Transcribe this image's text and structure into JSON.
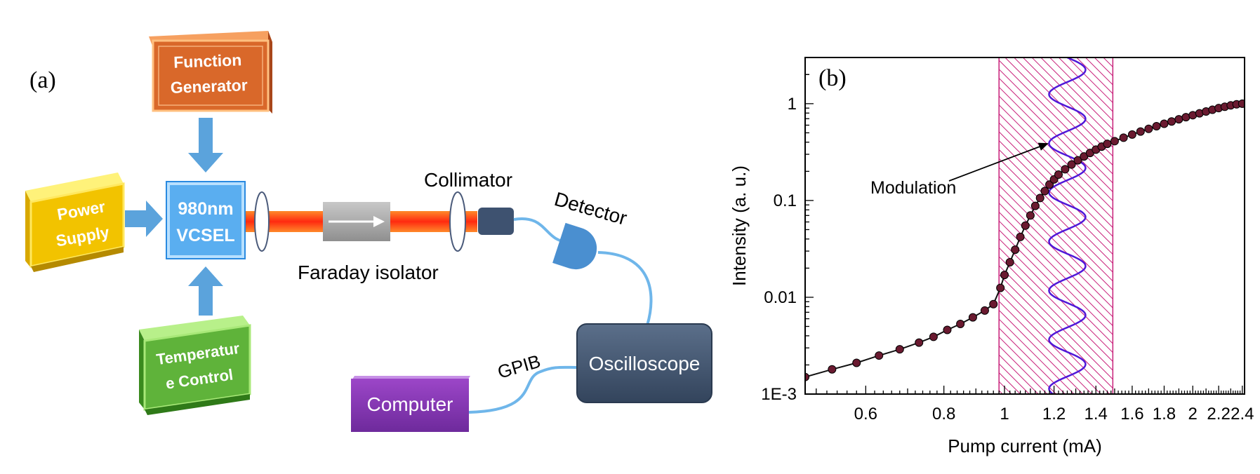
{
  "panel_a": {
    "label": "(a)",
    "function_generator": {
      "line1": "Function",
      "line2": "Generator",
      "color": "#d9682a"
    },
    "power_supply": {
      "line1": "Power",
      "line2": "Supply",
      "color": "#f2c300"
    },
    "vcsel": {
      "line1": "980nm",
      "line2": "VCSEL",
      "color": "#5aaef0"
    },
    "temperature_control": {
      "line1": "Temperatur",
      "line2": "e Control",
      "color": "#5fb33a"
    },
    "faraday_isolator": "Faraday isolator",
    "collimator": "Collimator",
    "detector": "Detector",
    "oscilloscope": "Oscilloscope",
    "computer": "Computer",
    "gpib": "GPIB",
    "beam_color": "#ff4a1c",
    "arrow_color": "#5ba3dc",
    "cable_color": "#6fb6ea"
  },
  "panel_b": {
    "label": "(b)",
    "annotation": "Modulation"
  },
  "chart_data": {
    "type": "scatter",
    "xlabel": "Pump current (mA)",
    "ylabel": "Intensity (a. u.)",
    "xscale": "log",
    "yscale": "log",
    "xlim": [
      0.48,
      2.42
    ],
    "ylim": [
      0.001,
      3
    ],
    "x_tick_labels": [
      {
        "v": 0.6,
        "t": "0.6"
      },
      {
        "v": 0.8,
        "t": "0.8"
      },
      {
        "v": 1.0,
        "t": "1"
      },
      {
        "v": 1.2,
        "t": "1.2"
      },
      {
        "v": 1.4,
        "t": "1.4"
      },
      {
        "v": 1.6,
        "t": "1.6"
      },
      {
        "v": 1.8,
        "t": "1.8"
      },
      {
        "v": 2.0,
        "t": "2"
      },
      {
        "v": 2.2,
        "t": "2.2"
      },
      {
        "v": 2.4,
        "t": "2.4"
      }
    ],
    "y_tick_labels": [
      {
        "v": 0.001,
        "t": "1E-3"
      },
      {
        "v": 0.01,
        "t": "0.01"
      },
      {
        "v": 0.1,
        "t": "0.1"
      },
      {
        "v": 1,
        "t": "1"
      }
    ],
    "modulation_band": [
      0.98,
      1.49
    ],
    "modulation_wave_center": 1.26,
    "series": [
      {
        "marker_color": "#6a1a30",
        "line_color": "#111111",
        "x": [
          0.48,
          0.53,
          0.58,
          0.63,
          0.68,
          0.73,
          0.77,
          0.81,
          0.85,
          0.89,
          0.93,
          0.96,
          0.985,
          1.0,
          1.02,
          1.04,
          1.06,
          1.08,
          1.1,
          1.12,
          1.14,
          1.16,
          1.18,
          1.2,
          1.22,
          1.25,
          1.28,
          1.31,
          1.34,
          1.37,
          1.4,
          1.43,
          1.46,
          1.5,
          1.55,
          1.6,
          1.65,
          1.7,
          1.75,
          1.8,
          1.85,
          1.9,
          1.95,
          2.0,
          2.05,
          2.1,
          2.15,
          2.2,
          2.25,
          2.3,
          2.35,
          2.4
        ],
        "y": [
          0.0015,
          0.0018,
          0.0021,
          0.0025,
          0.0029,
          0.0034,
          0.0039,
          0.0046,
          0.0053,
          0.0062,
          0.0073,
          0.0085,
          0.0125,
          0.017,
          0.023,
          0.031,
          0.042,
          0.055,
          0.07,
          0.088,
          0.106,
          0.125,
          0.146,
          0.165,
          0.185,
          0.21,
          0.235,
          0.26,
          0.285,
          0.31,
          0.335,
          0.36,
          0.385,
          0.41,
          0.445,
          0.48,
          0.515,
          0.55,
          0.585,
          0.62,
          0.655,
          0.69,
          0.725,
          0.76,
          0.795,
          0.83,
          0.865,
          0.9,
          0.93,
          0.96,
          0.985,
          1.0
        ]
      }
    ]
  }
}
